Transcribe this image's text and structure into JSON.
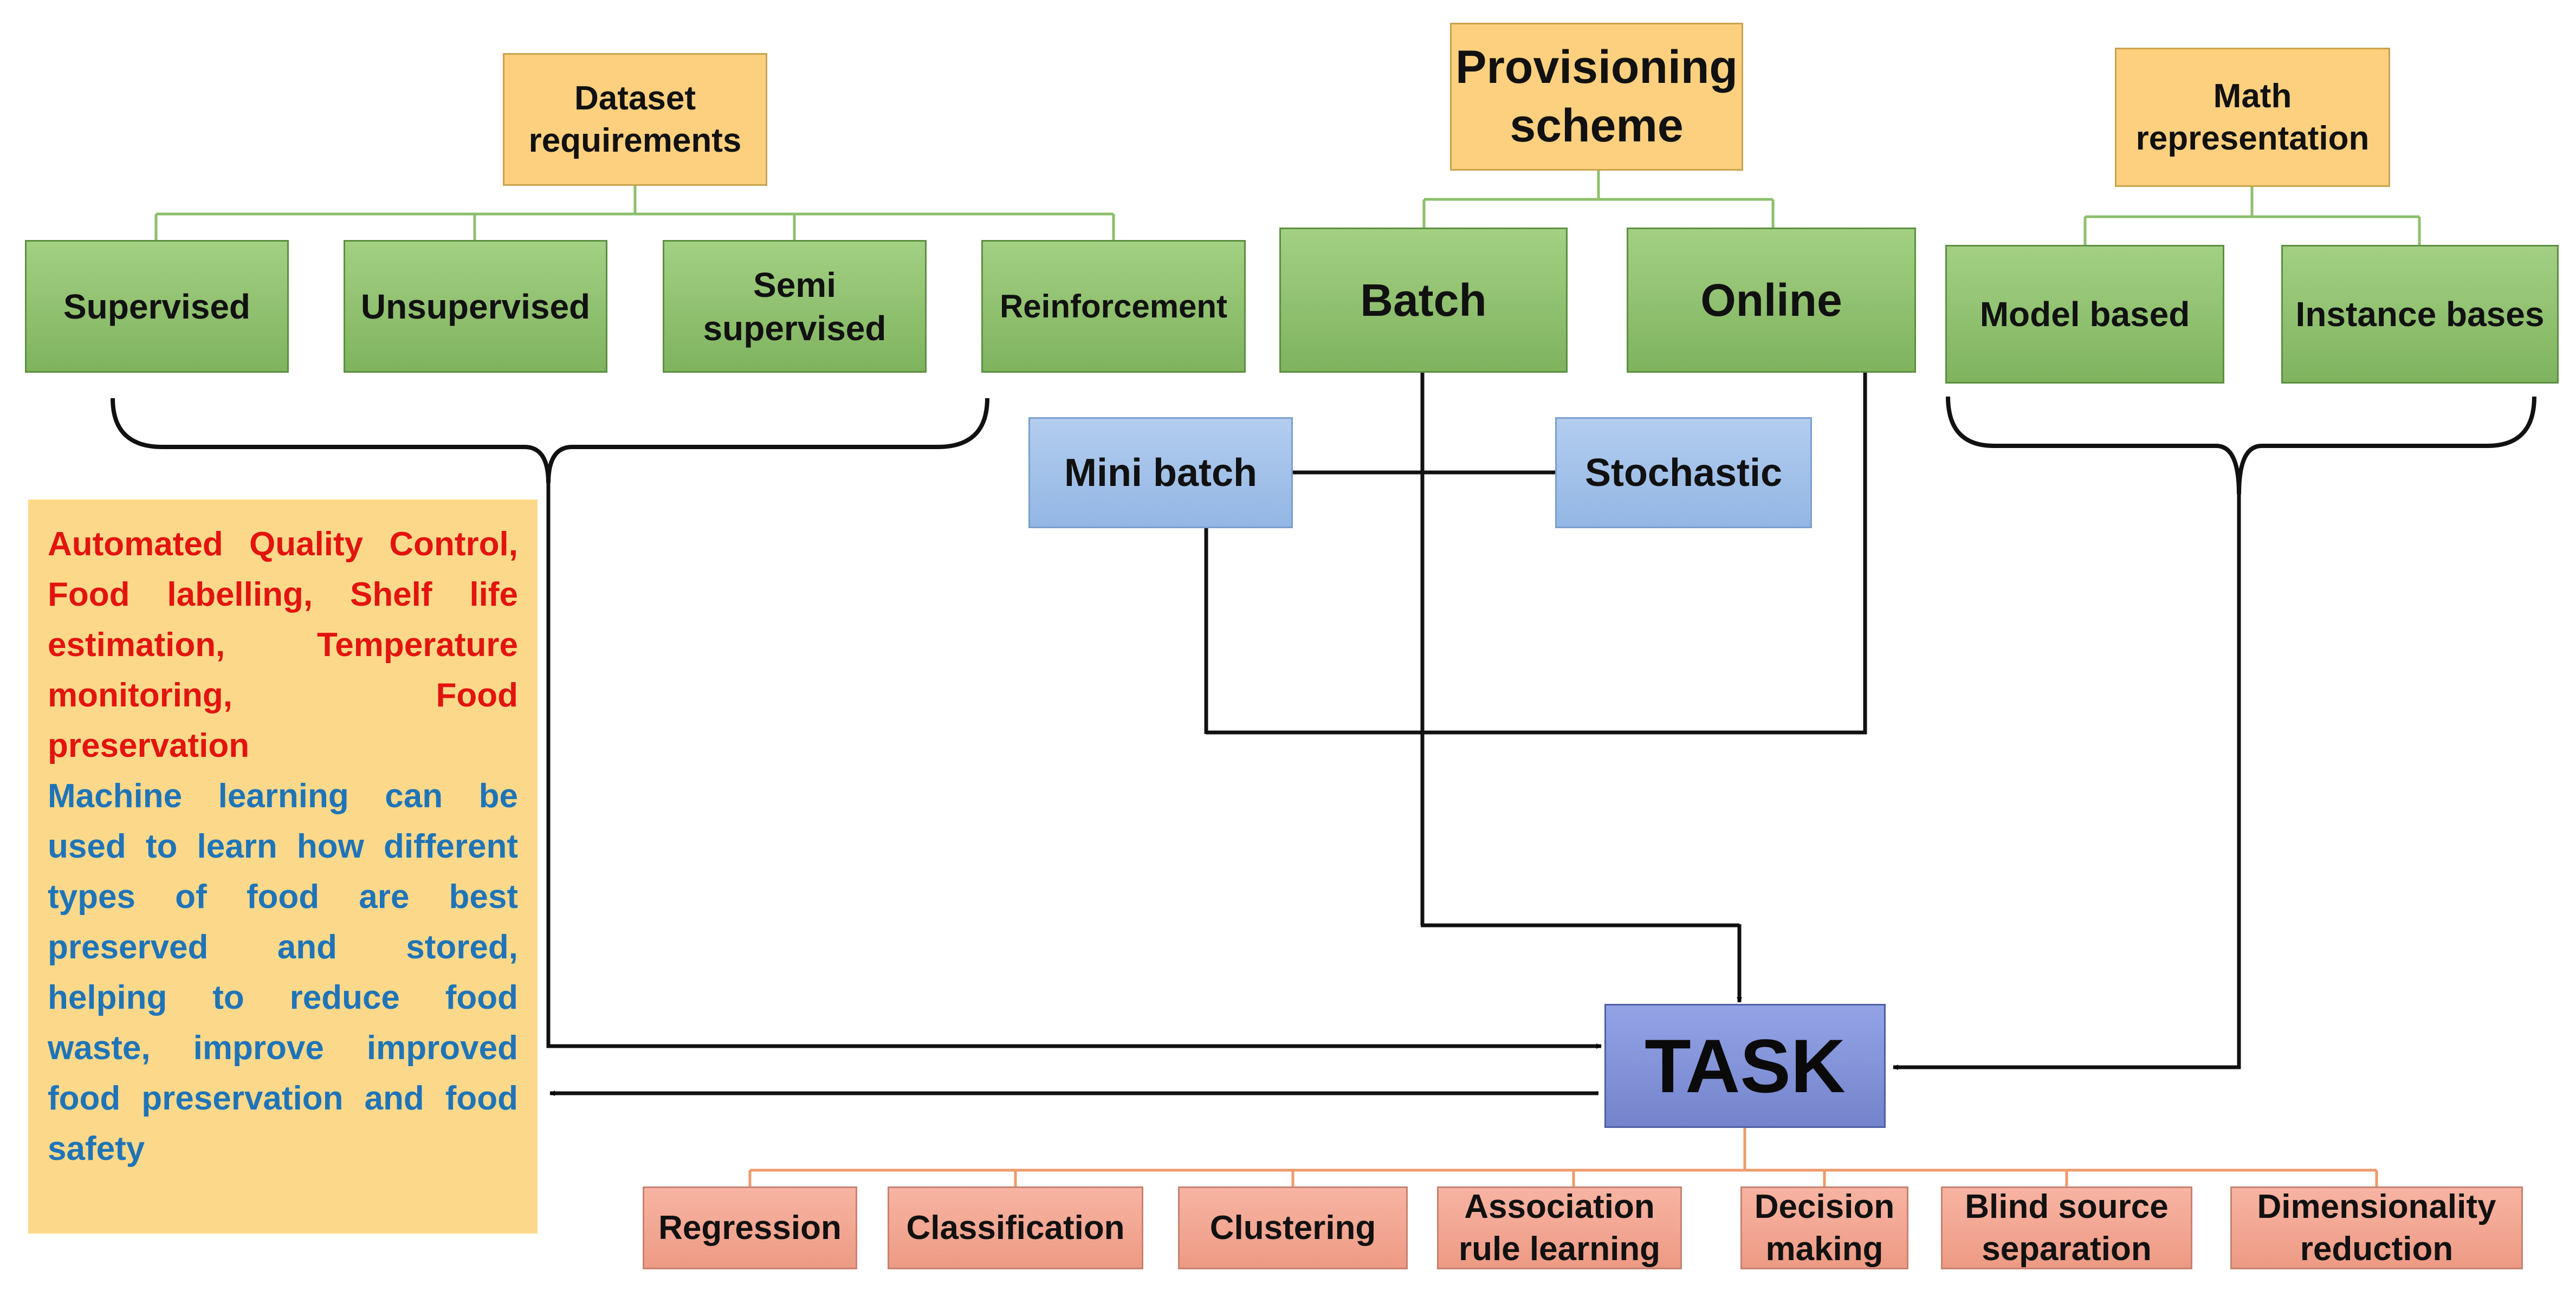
{
  "colors": {
    "header_fill": "#fcd07e",
    "green_fill": "#8ec06e",
    "blue_fill": "#a6c4ec",
    "task_fill": "#8494dc",
    "output_fill": "#f3a893",
    "info_fill": "#fcd98a",
    "info_red_text": "#e3140f",
    "info_blue_text": "#1f74b8",
    "connector_green": "#8cbf6c",
    "connector_orange": "#ef9a6a",
    "arrow": "#000000"
  },
  "dataset": {
    "title": "Dataset requirements",
    "children": [
      "Supervised",
      "Unsupervised",
      "Semi supervised",
      "Reinforcement"
    ]
  },
  "provisioning": {
    "title": "Provisioning scheme",
    "children": [
      "Batch",
      "Online"
    ],
    "sub": [
      "Mini batch",
      "Stochastic"
    ]
  },
  "math": {
    "title": "Math representation",
    "children": [
      "Model based",
      "Instance bases"
    ]
  },
  "task": {
    "label": "TASK"
  },
  "tasks": [
    "Regression",
    "Classification",
    "Clustering",
    "Association rule learning",
    "Decision making",
    "Blind source separation",
    "Dimensionality reduction"
  ],
  "info": {
    "red": "Automated Quality Control, Food labelling, Shelf life estimation, Temperature monitoring, Food preservation",
    "blue": "Machine learning can be used to learn how different types of food are best preserved and stored, helping to reduce food waste, improve improved food preservation and food safety"
  }
}
